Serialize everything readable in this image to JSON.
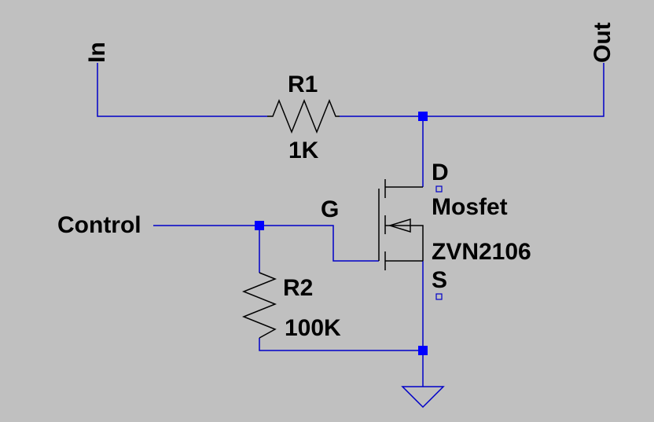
{
  "ports": {
    "in": "In",
    "out": "Out",
    "control": "Control"
  },
  "r1": {
    "name": "R1",
    "value": "1K"
  },
  "r2": {
    "name": "R2",
    "value": "100K"
  },
  "mosfet": {
    "label": "Mosfet",
    "part": "ZVN2106",
    "drain": "D",
    "gate": "G",
    "source": "S"
  },
  "colors": {
    "background": "#c0c0c0",
    "wire": "#0000c8",
    "component": "#000000",
    "junction": "#0000ff"
  }
}
